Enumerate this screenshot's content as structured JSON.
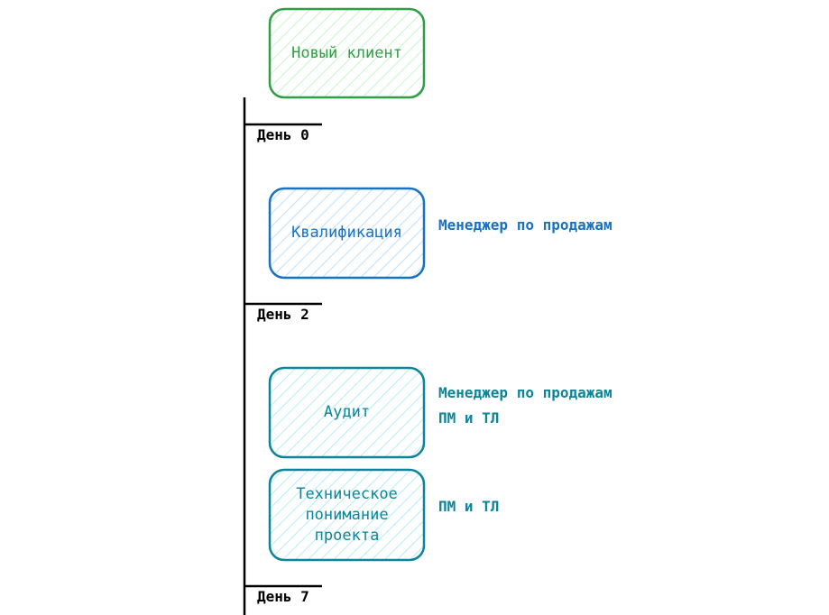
{
  "steps": [
    {
      "label": "Новый клиент",
      "color": "#2f9e44"
    },
    {
      "label": "Квалификация",
      "color": "#1971c2"
    },
    {
      "label": "Аудит",
      "color": "#0c8599"
    },
    {
      "label": "Техническое\nпонимание\nпроекта",
      "color": "#0c8599"
    }
  ],
  "days": [
    "День 0",
    "День 2",
    "День 7"
  ],
  "notes": [
    {
      "lines": [
        "Менеджер по продажам"
      ],
      "color": "#1971c2"
    },
    {
      "lines": [
        "Менеджер по продажам",
        "ПМ и ТЛ"
      ],
      "color": "#0c8599"
    },
    {
      "lines": [
        "ПМ и ТЛ"
      ],
      "color": "#0c8599"
    }
  ]
}
